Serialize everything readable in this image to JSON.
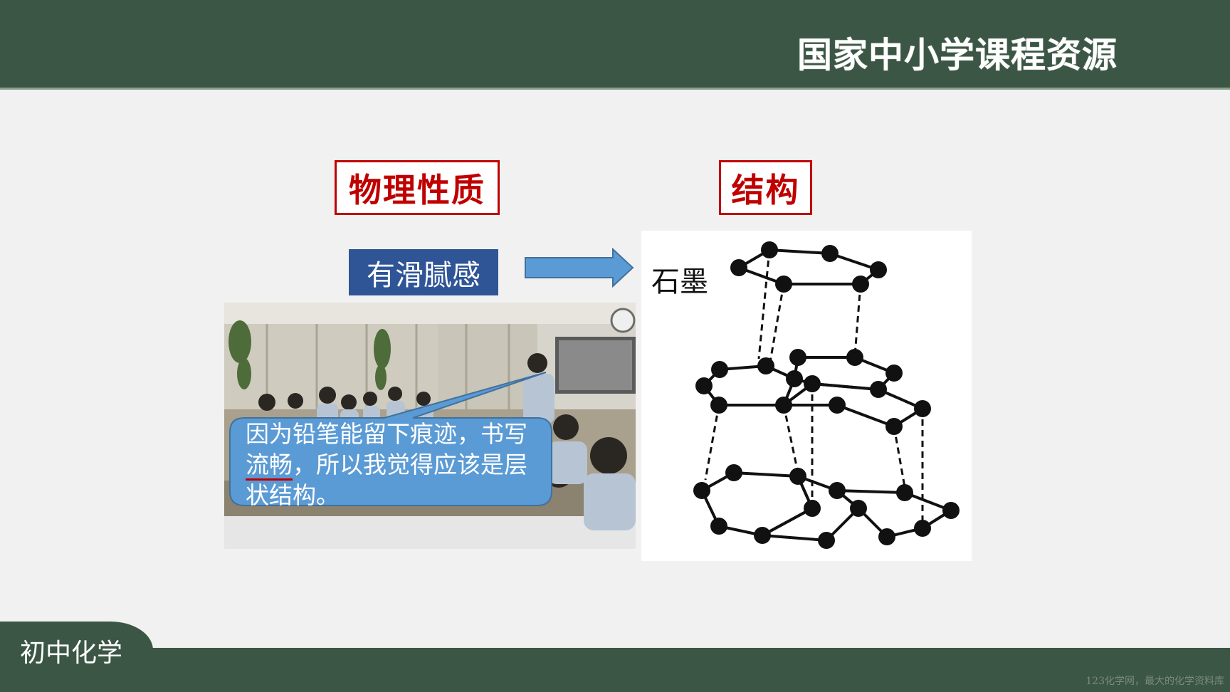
{
  "header": {
    "brand": "国家中小学课程资源"
  },
  "footer": {
    "subject": "初中化学",
    "watermark": "123化学网，最大的化学资料库"
  },
  "labels": {
    "physical_property": "物理性质",
    "structure": "结构",
    "property_value": "有滑腻感"
  },
  "bubble": {
    "part1": "因为铅笔能留下痕迹，书写",
    "underlined": "流畅",
    "part2": "，所以我觉得应该是层状结构。"
  },
  "graphite": {
    "label": "石墨"
  },
  "colors": {
    "bar_green": "#3b5644",
    "red": "#c00000",
    "blue_label": "#2f5597",
    "arrow_blue": "#5b9bd5"
  },
  "icons": {
    "arrow": "right-arrow-icon"
  }
}
